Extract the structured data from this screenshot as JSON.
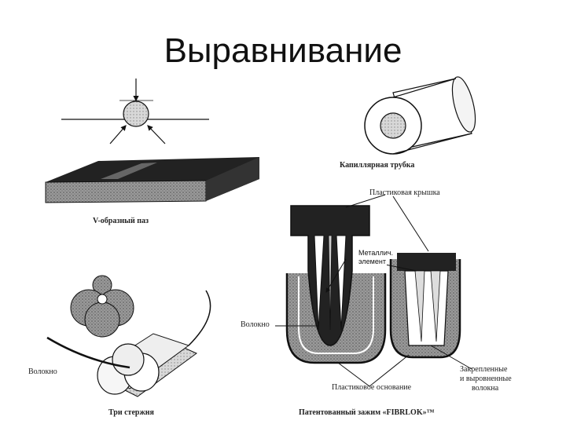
{
  "slide": {
    "title": "Выравнивание"
  },
  "v_groove": {
    "caption": "V-образный паз"
  },
  "capillary": {
    "caption": "Капиллярная трубка"
  },
  "three_rods": {
    "caption": "Три стержня",
    "fiber_label": "Волокно"
  },
  "fibrlok": {
    "caption": "Патентованный зажим «FIBRLOK»™",
    "plastic_cap": "Пластиковая крышка",
    "metal_element_line1": "Металлич.",
    "metal_element_line2": "элемент",
    "fiber": "Волокно",
    "plastic_base": "Пластиковое основание",
    "fixed_line1": "Закрепленные",
    "fixed_line2": "и выровненные",
    "fixed_line3": "волокна"
  }
}
